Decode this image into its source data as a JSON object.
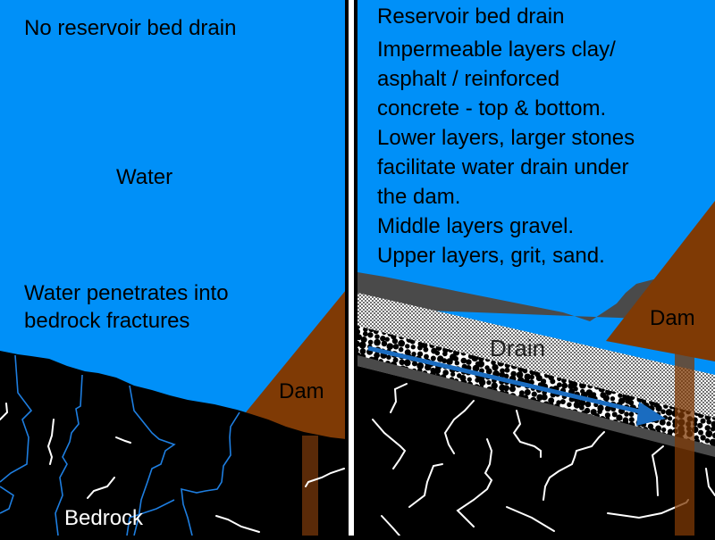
{
  "colors": {
    "water": "#0090f8",
    "bedrock": "#000000",
    "dam": "#7f3a05",
    "dam_post": "#5a2a08",
    "liner": "#4a4a4a",
    "fracture_water": "#1e7ee0",
    "fracture_crack": "#ffffff",
    "drain_arrow": "#1a6cc0",
    "divider": "#ffffff"
  },
  "left_panel": {
    "title": "No reservoir bed drain",
    "water_label": "Water",
    "penetration_note": [
      "Water penetrates into",
      "bedrock fractures"
    ],
    "dam_label": "Dam",
    "bedrock_label": "Bedrock"
  },
  "right_panel": {
    "title": "Reservoir bed drain",
    "notes": [
      "Impermeable layers clay/",
      "asphalt  / reinforced",
      "concrete - top & bottom.",
      "Lower layers, larger stones",
      "facilitate water drain under",
      "the dam.",
      "Middle layers gravel.",
      "Upper layers, grit, sand."
    ],
    "drain_label": "Drain",
    "dam_label": "Dam"
  }
}
